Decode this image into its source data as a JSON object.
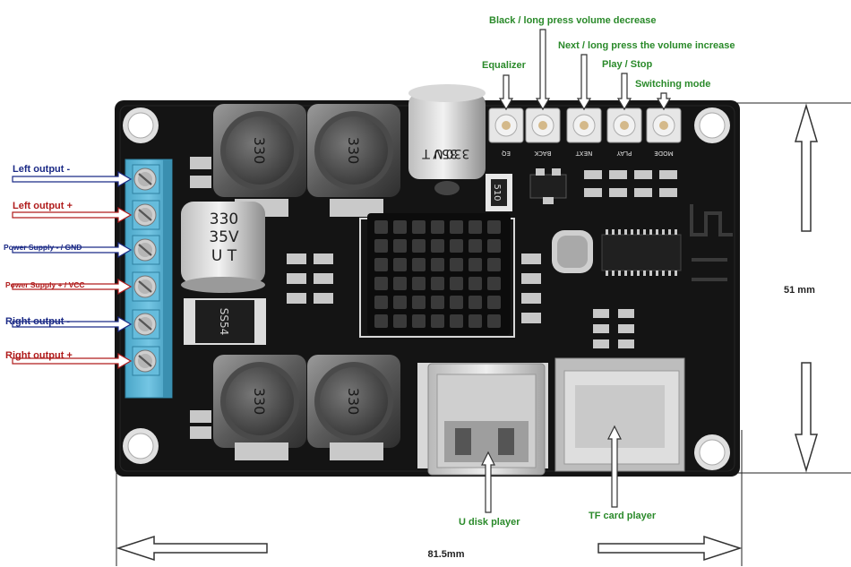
{
  "colors": {
    "pcb": "#141414",
    "terminal": "#5fb8d8",
    "label_blue": "#1b2a86",
    "label_red": "#b01c1c",
    "label_green": "#2a8a2a"
  },
  "left_labels": {
    "left_output_minus": "Left output -",
    "left_output_plus": "Left output +",
    "power_gnd": "Power Supply - / GND",
    "power_vcc": "Power Supply + / VCC",
    "right_output_minus": "Right output -",
    "right_output_plus": "Right output +"
  },
  "top_labels": {
    "back": "Black / long press volume decrease",
    "next": "Next / long press the volume increase",
    "equalizer": "Equalizer",
    "play_stop": "Play / Stop",
    "switching_mode": "Switching mode"
  },
  "bottom_labels": {
    "u_disk": "U disk player",
    "tf_card": "TF card player"
  },
  "dimensions": {
    "width": "81.5mm",
    "height": "51 mm"
  },
  "board_text": {
    "inductor": "330",
    "cap_line1": "330",
    "cap_line2": "35V",
    "cap_line3": "U T",
    "diode": "SS54",
    "resistor": "510",
    "btn_back": "BACK",
    "btn_next": "NEXT",
    "btn_play": "PLAY",
    "btn_mode": "MODE",
    "btn_eq": "EQ"
  }
}
